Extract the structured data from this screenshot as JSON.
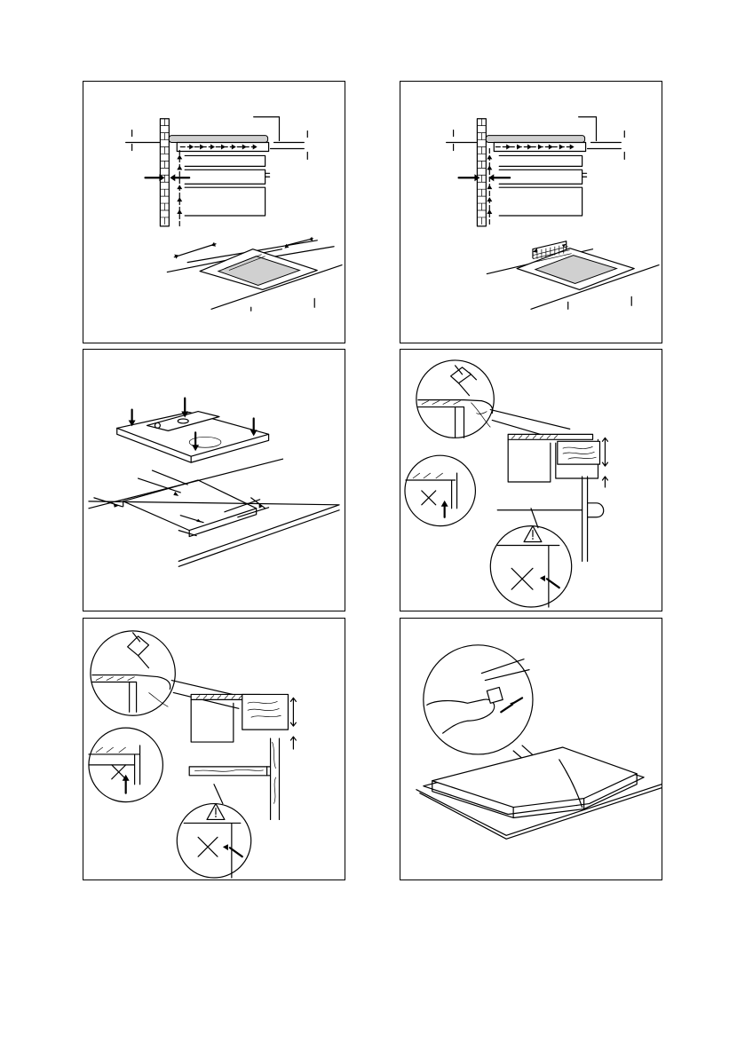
{
  "page": {
    "figures": [
      {
        "id": "ventilation-gap-front-hood"
      },
      {
        "id": "ventilation-gap-rear-slot"
      },
      {
        "id": "cutout-and-placement"
      },
      {
        "id": "seal-solid-worktop"
      },
      {
        "id": "seal-thin-worktop"
      },
      {
        "id": "seal-corner-press"
      }
    ]
  },
  "colors": {
    "line": "#000000",
    "fill_grey": "#d0d0d0",
    "background": "#ffffff"
  }
}
